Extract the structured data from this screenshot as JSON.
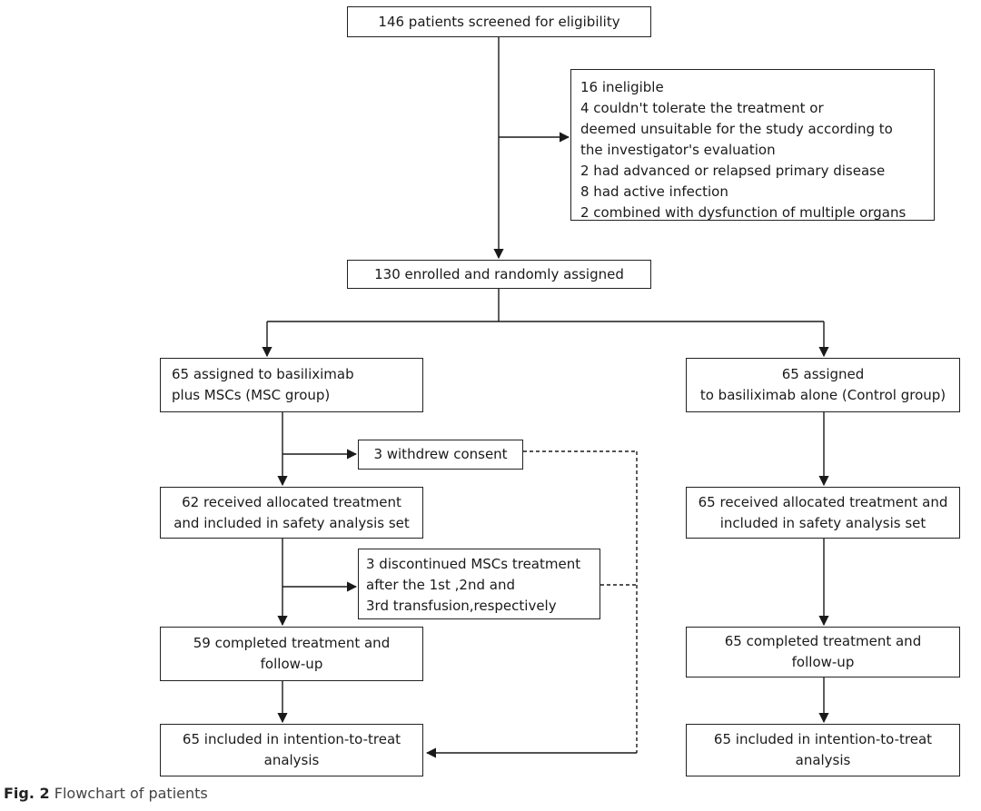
{
  "screen": {
    "lines": [
      "146 patients screened for eligibility"
    ]
  },
  "ineligible": {
    "lines": [
      "16 ineligible",
      "4 couldn't tolerate the treatment or",
      "deemed unsuitable for the study according to",
      "the investigator's evaluation",
      "2 had advanced or relapsed primary disease",
      "8 had active infection",
      "2 combined with dysfunction of multiple organs"
    ]
  },
  "enrolled": {
    "lines": [
      "130 enrolled and randomly assigned"
    ]
  },
  "msc_arm": {
    "assigned": [
      "65 assigned to basiliximab",
      "plus MSCs (MSC group)"
    ],
    "withdrew": [
      "3 withdrew consent"
    ],
    "received": [
      "62 received allocated treatment",
      "and included in safety analysis set"
    ],
    "discontinued": [
      "3 discontinued MSCs treatment",
      "after the 1st ,2nd and",
      "3rd transfusion,respectively"
    ],
    "completed": [
      "59 completed treatment and",
      "follow-up"
    ],
    "itt": [
      "65 included in intention-to-treat",
      "analysis"
    ]
  },
  "control_arm": {
    "assigned": [
      "65 assigned",
      "to basiliximab alone (Control group)"
    ],
    "received": [
      "65 received allocated treatment and",
      "included in safety analysis set"
    ],
    "completed": [
      "65 completed treatment and",
      "follow-up"
    ],
    "itt": [
      "65 included in intention-to-treat",
      "analysis"
    ]
  },
  "caption": {
    "label": "Fig. 2",
    "text": "Flowchart of patients"
  }
}
